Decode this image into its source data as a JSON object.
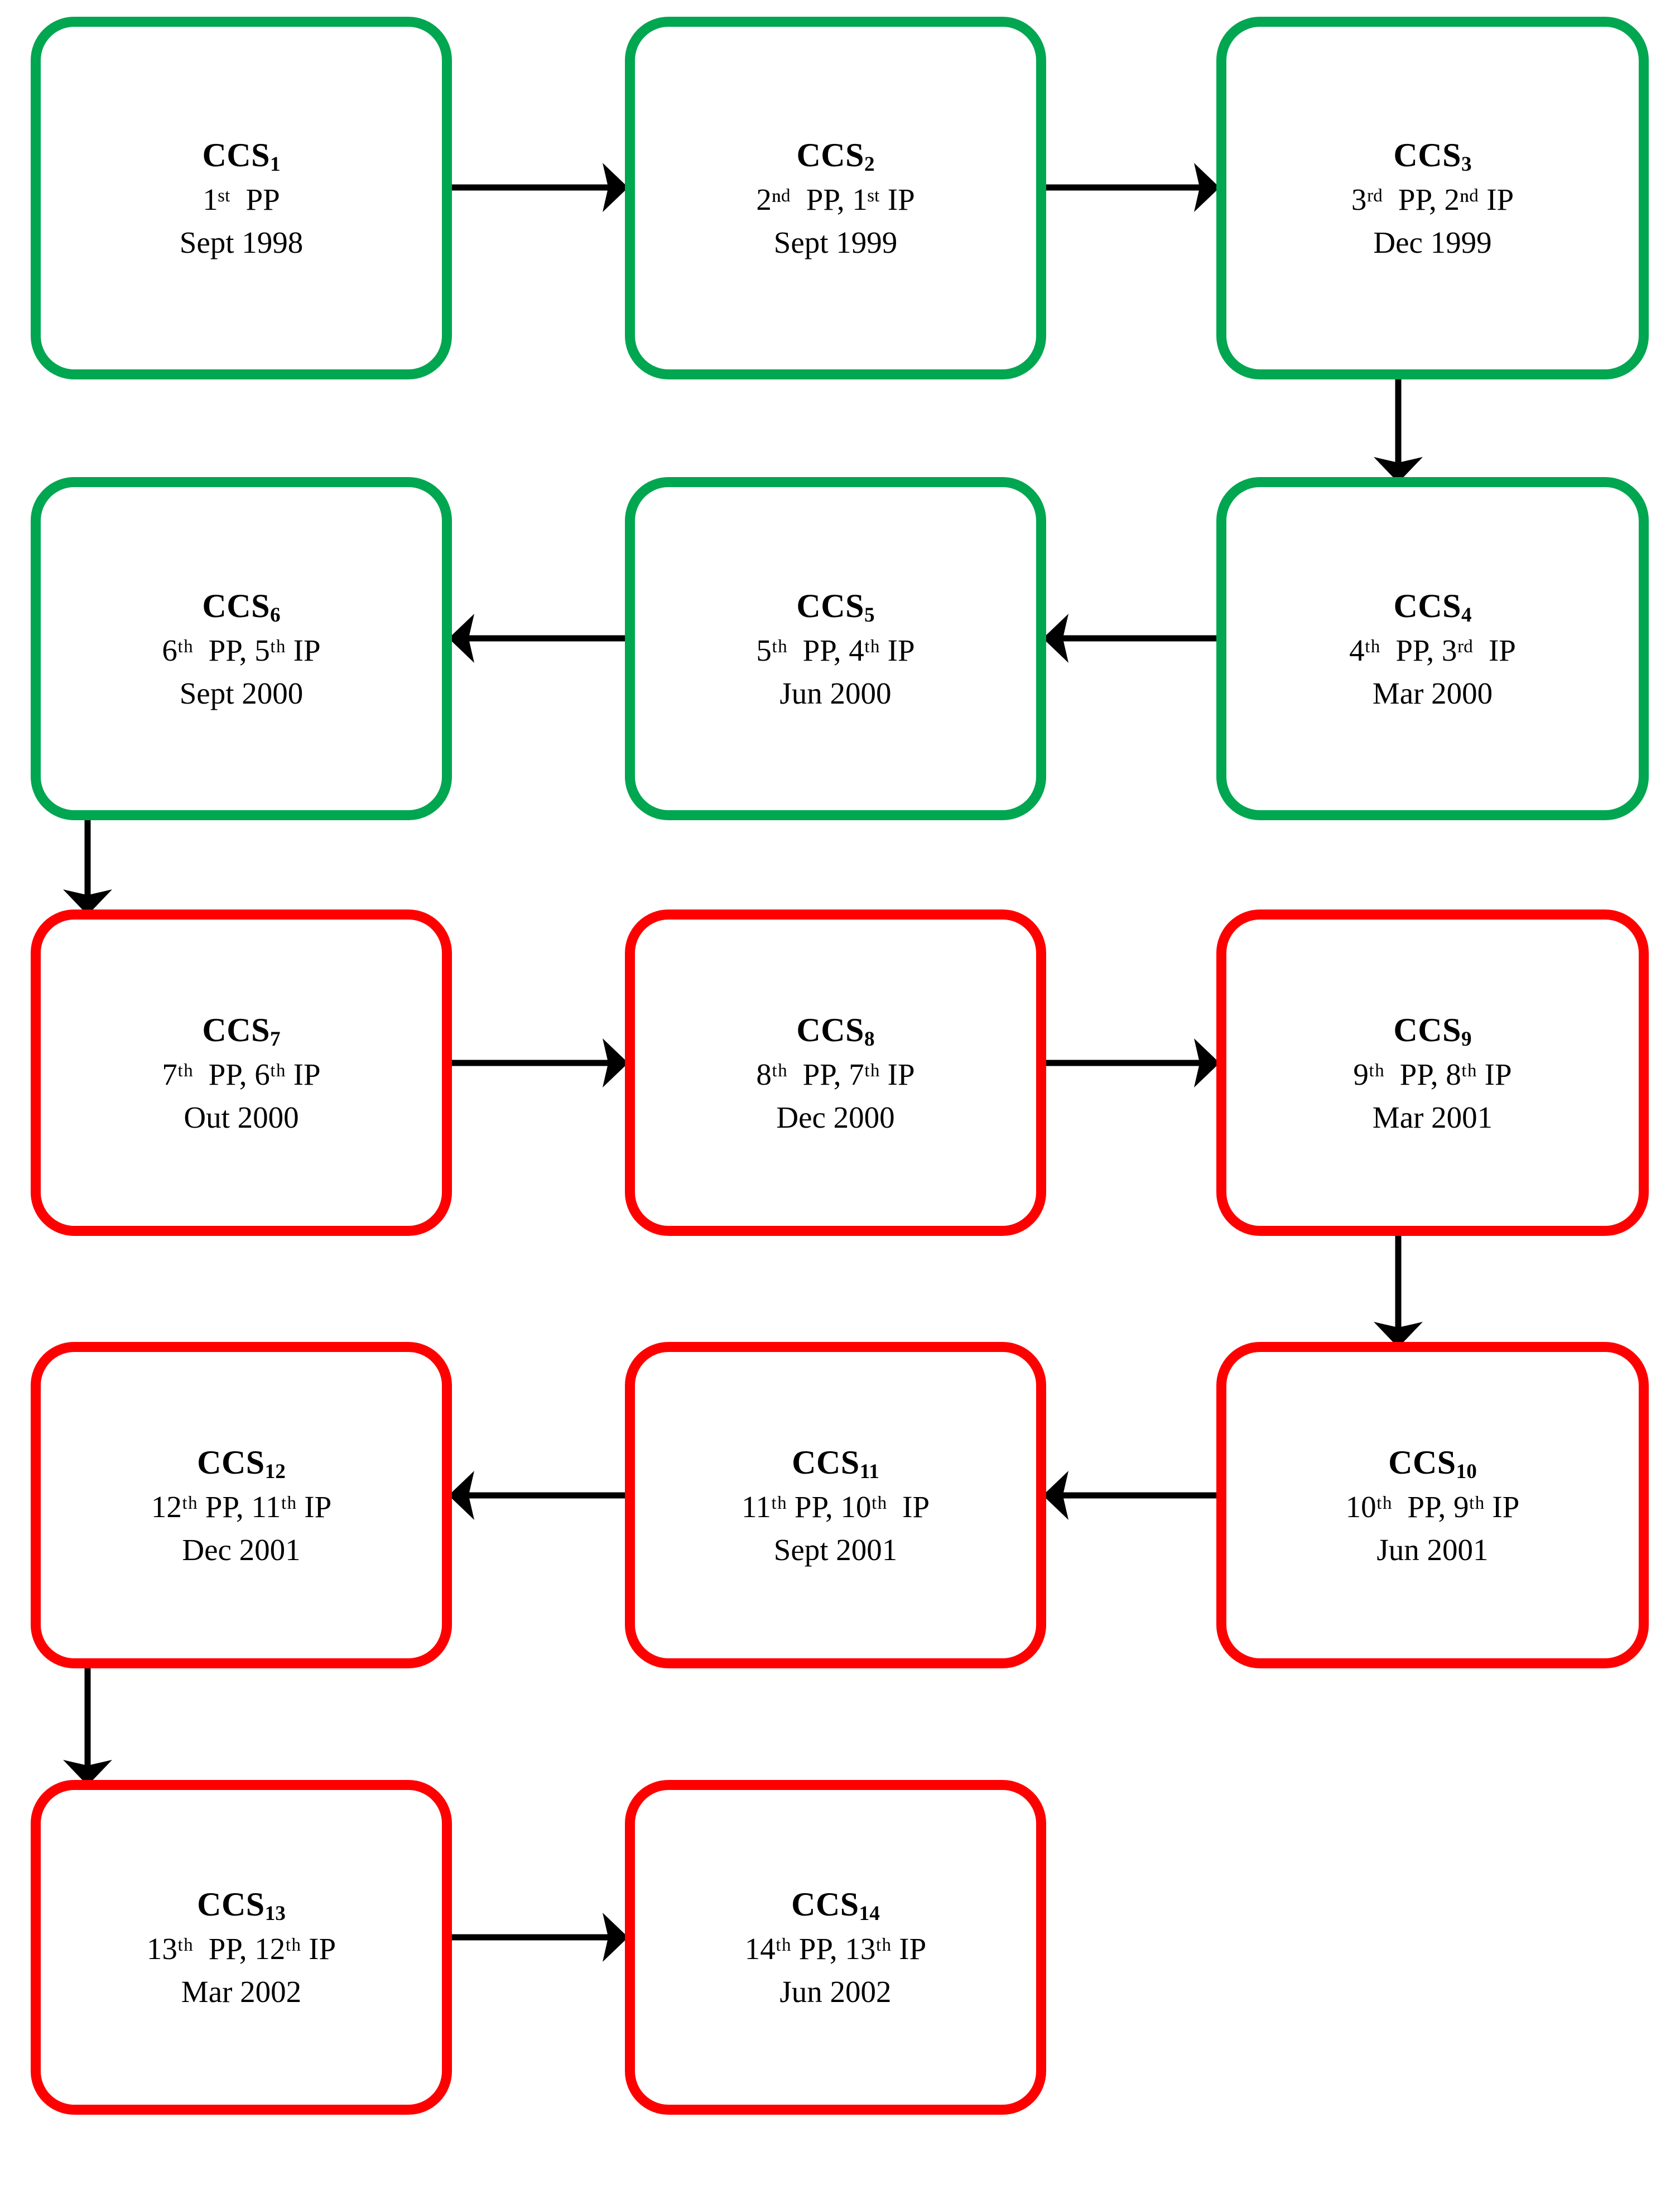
{
  "diagram": {
    "title": "CCS process flowchart",
    "colors": {
      "green": "#00A650",
      "red": "#FF0000",
      "arrow": "#000000",
      "background": "#FFFFFF"
    },
    "legend_note": "",
    "nodes": [
      {
        "id": "ccs1",
        "label_prefix": "CCS",
        "label_index": "1",
        "roles": "1ˢᵗ  PP",
        "roles_plain": "1st  PP",
        "date": "Sept 1998",
        "color": "green",
        "row": 1,
        "col": 1
      },
      {
        "id": "ccs2",
        "label_prefix": "CCS",
        "label_index": "2",
        "roles": "2ⁿᵈ  PP, 1ˢᵗ IP",
        "roles_plain": "2nd  PP, 1st IP",
        "date": "Sept 1999",
        "color": "green",
        "row": 1,
        "col": 2
      },
      {
        "id": "ccs3",
        "label_prefix": "CCS",
        "label_index": "3",
        "roles": "3ʳᵈ  PP, 2ⁿᵈ IP",
        "roles_plain": "3rd  PP, 2nd IP",
        "date": "Dec 1999",
        "color": "green",
        "row": 1,
        "col": 3
      },
      {
        "id": "ccs4",
        "label_prefix": "CCS",
        "label_index": "4",
        "roles": "4ᵗʰ  PP, 3ʳᵈ  IP",
        "roles_plain": "4th  PP, 3rd  IP",
        "date": "Mar 2000",
        "color": "green",
        "row": 2,
        "col": 3
      },
      {
        "id": "ccs5",
        "label_prefix": "CCS",
        "label_index": "5",
        "roles": "5ᵗʰ  PP, 4ᵗʰ IP",
        "roles_plain": "5th  PP, 4th IP",
        "date": "Jun 2000",
        "color": "green",
        "row": 2,
        "col": 2
      },
      {
        "id": "ccs6",
        "label_prefix": "CCS",
        "label_index": "6",
        "roles": "6ᵗʰ  PP, 5ᵗʰ IP",
        "roles_plain": "6th  PP, 5th IP",
        "date": "Sept 2000",
        "color": "green",
        "row": 2,
        "col": 1
      },
      {
        "id": "ccs7",
        "label_prefix": "CCS",
        "label_index": "7",
        "roles": "7ᵗʰ  PP, 6ᵗʰ IP",
        "roles_plain": "7th  PP, 6th IP",
        "date": "Out 2000",
        "color": "red",
        "row": 3,
        "col": 1
      },
      {
        "id": "ccs8",
        "label_prefix": "CCS",
        "label_index": "8",
        "roles": "8ᵗʰ  PP, 7ᵗʰ IP",
        "roles_plain": "8th  PP, 7th IP",
        "date": "Dec 2000",
        "color": "red",
        "row": 3,
        "col": 2
      },
      {
        "id": "ccs9",
        "label_prefix": "CCS",
        "label_index": "9",
        "roles": "9ᵗʰ  PP, 8ᵗʰ IP",
        "roles_plain": "9th  PP, 8th IP",
        "date": "Mar 2001",
        "color": "red",
        "row": 3,
        "col": 3
      },
      {
        "id": "ccs10",
        "label_prefix": "CCS",
        "label_index": "10",
        "roles": "10ᵗʰ  PP, 9ᵗʰ IP",
        "roles_plain": "10th  PP, 9th IP",
        "date": "Jun 2001",
        "color": "red",
        "row": 4,
        "col": 3
      },
      {
        "id": "ccs11",
        "label_prefix": "CCS",
        "label_index": "11",
        "roles": "11ᵗʰ PP, 10ᵗʰ  IP",
        "roles_plain": "11th PP, 10th  IP",
        "date": "Sept 2001",
        "color": "red",
        "row": 4,
        "col": 2
      },
      {
        "id": "ccs12",
        "label_prefix": "CCS",
        "label_index": "12",
        "roles": "12ᵗʰ PP, 11ᵗʰ IP",
        "roles_plain": "12th PP, 11th IP",
        "date": "Dec 2001",
        "color": "red",
        "row": 4,
        "col": 1
      },
      {
        "id": "ccs13",
        "label_prefix": "CCS",
        "label_index": "13",
        "roles": "13ᵗʰ  PP, 12ᵗʰ IP",
        "roles_plain": "13th  PP, 12th IP",
        "date": "Mar 2002",
        "color": "red",
        "row": 5,
        "col": 1
      },
      {
        "id": "ccs14",
        "label_prefix": "CCS",
        "label_index": "14",
        "roles": "14ᵗʰ PP, 13ᵗʰ IP",
        "roles_plain": "14th PP, 13th IP",
        "date": "Jun 2002",
        "color": "red",
        "row": 5,
        "col": 2
      }
    ],
    "edges": [
      {
        "id": "e1",
        "from": "ccs1",
        "to": "ccs2",
        "direction": "right"
      },
      {
        "id": "e2",
        "from": "ccs2",
        "to": "ccs3",
        "direction": "right"
      },
      {
        "id": "e3",
        "from": "ccs3",
        "to": "ccs4",
        "direction": "down"
      },
      {
        "id": "e4",
        "from": "ccs4",
        "to": "ccs5",
        "direction": "left"
      },
      {
        "id": "e5",
        "from": "ccs5",
        "to": "ccs6",
        "direction": "left"
      },
      {
        "id": "e6",
        "from": "ccs6",
        "to": "ccs7",
        "direction": "down"
      },
      {
        "id": "e7",
        "from": "ccs7",
        "to": "ccs8",
        "direction": "right"
      },
      {
        "id": "e8",
        "from": "ccs8",
        "to": "ccs9",
        "direction": "right"
      },
      {
        "id": "e9",
        "from": "ccs9",
        "to": "ccs10",
        "direction": "down"
      },
      {
        "id": "e10",
        "from": "ccs10",
        "to": "ccs11",
        "direction": "left"
      },
      {
        "id": "e11",
        "from": "ccs11",
        "to": "ccs12",
        "direction": "left"
      },
      {
        "id": "e12",
        "from": "ccs12",
        "to": "ccs13",
        "direction": "down"
      },
      {
        "id": "e13",
        "from": "ccs13",
        "to": "ccs14",
        "direction": "right"
      }
    ]
  }
}
